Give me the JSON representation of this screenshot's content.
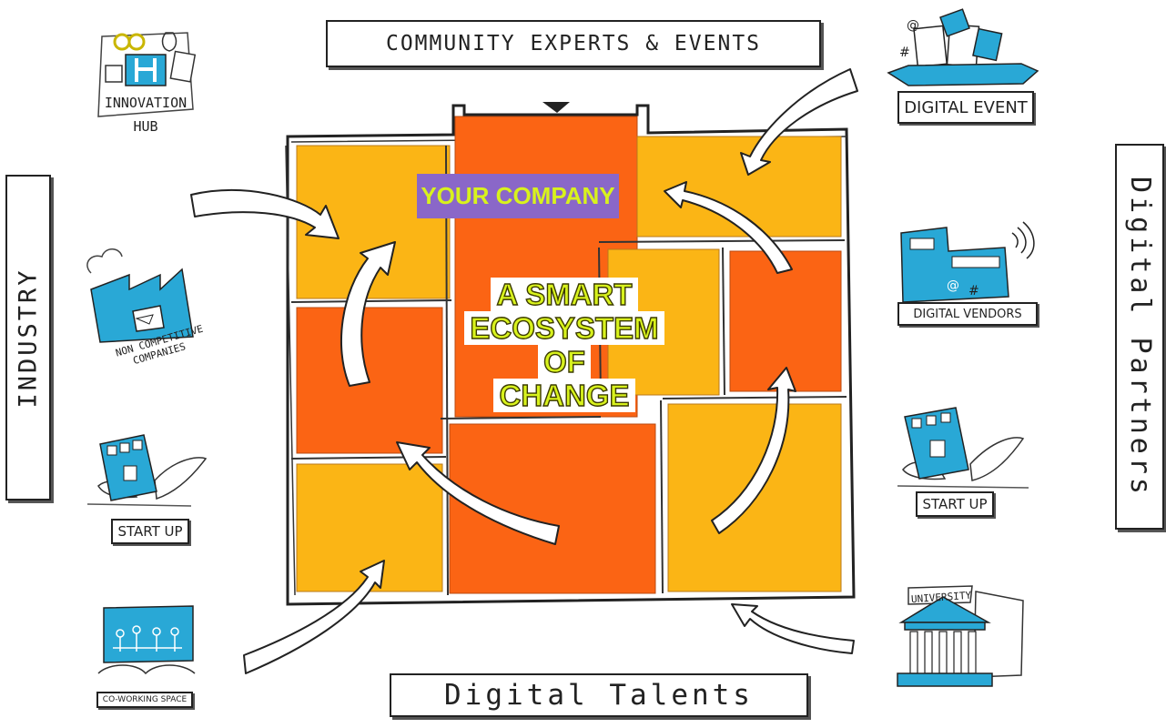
{
  "top_banner": "COMMUNITY EXPERTS & EVENTS",
  "bottom_banner": "Digital Talents",
  "left_banner": "INDUSTRY",
  "right_banner": "Digital Partners",
  "company_label": "YOUR COMPANY",
  "center_title": [
    "A SMART",
    "ECOSYSTEM",
    "OF",
    "CHANGE"
  ],
  "left_items": {
    "innovation_hub": [
      "INNOVATION",
      "HUB"
    ],
    "non_competitive": [
      "NON COMPETITIVE",
      "COMPANIES"
    ],
    "start_up": "START UP",
    "coworking": "CO-WORKING SPACE"
  },
  "right_items": {
    "digital_event": "DIGITAL EVENT",
    "digital_vendors": "DIGITAL VENDORS",
    "start_up": "START UP",
    "university": "UNIVERSITY"
  },
  "colors": {
    "orange_dark": "#fb6414",
    "orange_light": "#fbb515",
    "purple": "#8a67c8",
    "lime": "#d8f21d",
    "cyan": "#29a8d6"
  }
}
